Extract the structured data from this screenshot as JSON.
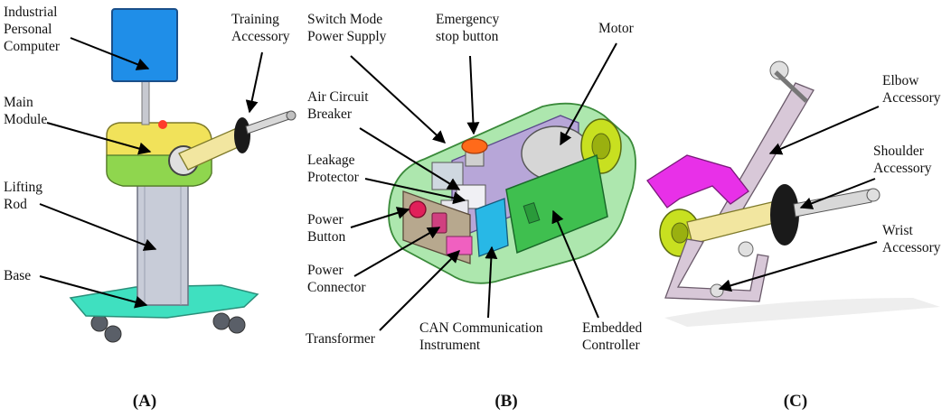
{
  "panels": {
    "a": {
      "caption": "(A)",
      "labels": {
        "ipc": [
          "Industrial",
          "Personal",
          "Computer"
        ],
        "training": [
          "Training",
          "Accessory"
        ],
        "main_module": [
          "Main",
          "Module"
        ],
        "lifting_rod": [
          "Lifting",
          "Rod"
        ],
        "base": [
          "Base"
        ]
      }
    },
    "b": {
      "caption": "(B)",
      "labels": {
        "smps": [
          "Switch Mode",
          "Power Supply"
        ],
        "estop": [
          "Emergency",
          "stop button"
        ],
        "motor": [
          "Motor"
        ],
        "acb": [
          "Air Circuit",
          "Breaker"
        ],
        "leakage": [
          "Leakage",
          "Protector"
        ],
        "power_button": [
          "Power",
          "Button"
        ],
        "power_connector": [
          "Power",
          "Connector"
        ],
        "transformer": [
          "Transformer"
        ],
        "can": [
          "CAN Communication",
          "Instrument"
        ],
        "embedded": [
          "Embedded",
          "Controller"
        ]
      }
    },
    "c": {
      "caption": "(C)",
      "labels": {
        "elbow": [
          "Elbow",
          "Accessory"
        ],
        "shoulder": [
          "Shoulder",
          "Accessory"
        ],
        "wrist": [
          "Wrist",
          "Accessory"
        ]
      }
    }
  },
  "colors": {
    "monitor": "#1f8ee8",
    "module_yellow": "#f1e25a",
    "module_green": "#8fd64e",
    "column": "#c8ccd8",
    "base": "#3fe0c0",
    "housing": "#9fe3a0",
    "plate": "#b7a6d8",
    "controller": "#3fbf4f",
    "can_box": "#28b8e6",
    "estop": "#ff6a1a",
    "magenta": "#e830e8",
    "arm": "#f2e6a0",
    "grey_arm": "#d8c8d8"
  }
}
